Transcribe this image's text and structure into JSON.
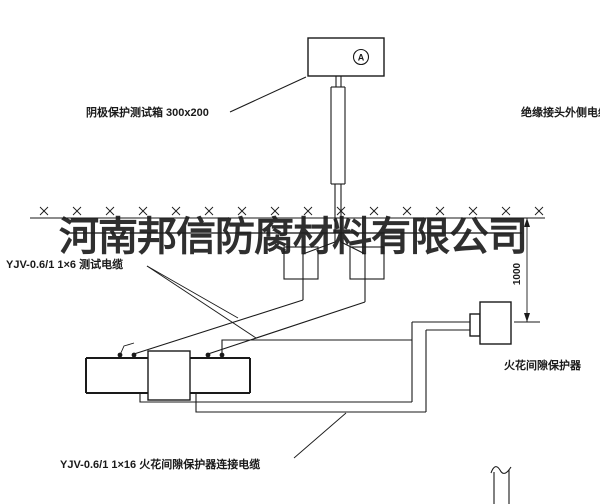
{
  "drawing": {
    "watermark": "河南邦信防腐材料有限公司",
    "labels": {
      "test_box": "阴极保护测试箱 300x200",
      "insulating_joint_cable": "绝缘接头外侧电缆",
      "test_cable": "YJV-0.6/1 1×6  测试电缆",
      "spark_gap_protector": "火花间隙保护器",
      "spark_gap_cable": "YJV-0.6/1 1×16  火花间隙保护器连接电缆",
      "dimension": "1000",
      "meter": "A"
    },
    "colors": {
      "line": "#1a1a1a",
      "background": "#ffffff",
      "watermark": "#1e1e1e"
    }
  }
}
